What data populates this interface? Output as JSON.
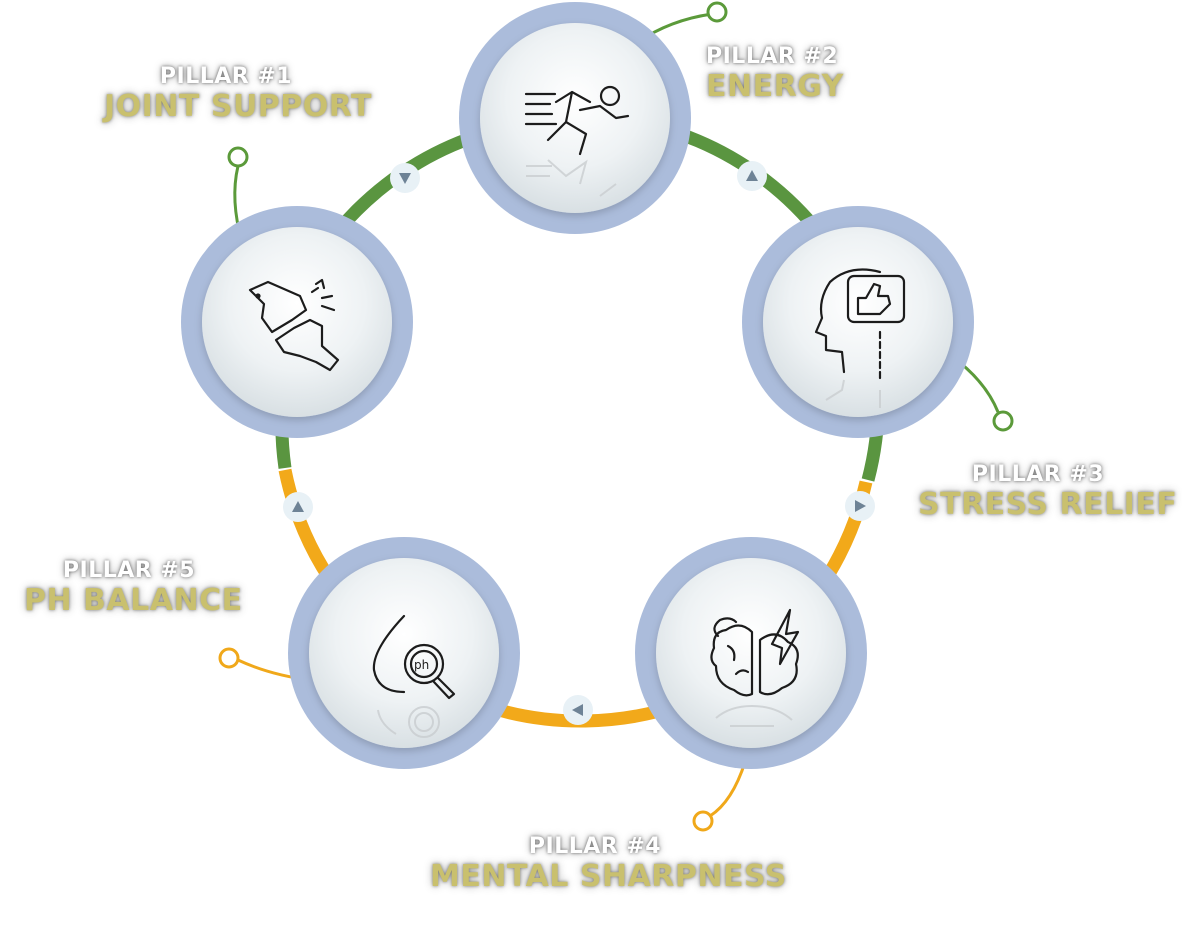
{
  "pillars": [
    {
      "number": "PILLAR #1",
      "name": "JOINT SUPPORT",
      "icon": "joint-pain-icon",
      "connector_color": "#5b9a3a"
    },
    {
      "number": "PILLAR #2",
      "name": "ENERGY",
      "icon": "running-person-icon",
      "connector_color": "#5b9a3a"
    },
    {
      "number": "PILLAR #3",
      "name": "STRESS RELIEF",
      "icon": "head-thumbs-up-icon",
      "connector_color": "#5b9a3a"
    },
    {
      "number": "PILLAR #4",
      "name": "MENTAL SHARPNESS",
      "icon": "brain-lightning-icon",
      "connector_color": "#f0a81a"
    },
    {
      "number": "PILLAR #5",
      "name": "PH BALANCE",
      "icon": "ph-drop-magnifier-icon",
      "connector_color": "#f0a81a"
    }
  ],
  "colors": {
    "ring_green": "#5a9540",
    "ring_orange": "#f2a91a",
    "circle_border": "#abbcdb",
    "label_name": "#c9c06e"
  }
}
